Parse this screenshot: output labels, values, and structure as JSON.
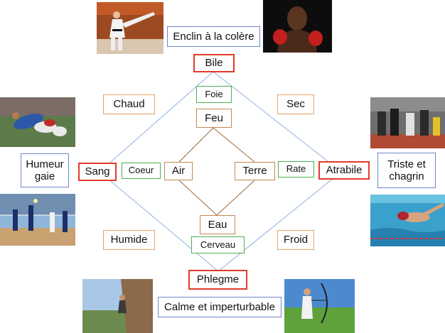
{
  "humors": {
    "bile": "Bile",
    "sang": "Sang",
    "atrabile": "Atrabile",
    "phlegme": "Phlegme"
  },
  "qualities": {
    "chaud": "Chaud",
    "sec": "Sec",
    "humide": "Humide",
    "froid": "Froid"
  },
  "elements": {
    "feu": "Feu",
    "air": "Air",
    "terre": "Terre",
    "eau": "Eau"
  },
  "organs": {
    "foie": "Foie",
    "coeur": "Coeur",
    "rate": "Rate",
    "cerveau": "Cerveau"
  },
  "temperaments": {
    "bile": "Enclin à la colère",
    "sang": "Humeur gaie",
    "atrabile": "Triste et chagrin",
    "phlegme": "Calme et imperturbable"
  },
  "colors": {
    "humor_border": "#e23a2a",
    "quality_border": "#e8a060",
    "element_border": "#c58a55",
    "organ_border": "#4caf50",
    "temperament_border": "#6f86cc",
    "outer_lines": "#8fb0e0",
    "inner_lines": "#9a6a3a"
  },
  "photos": [
    "karate-photo",
    "boxer-photo",
    "rugby-photo",
    "runners-photo",
    "volleyball-photo",
    "swimmer-photo",
    "climber-photo",
    "archer-photo"
  ]
}
